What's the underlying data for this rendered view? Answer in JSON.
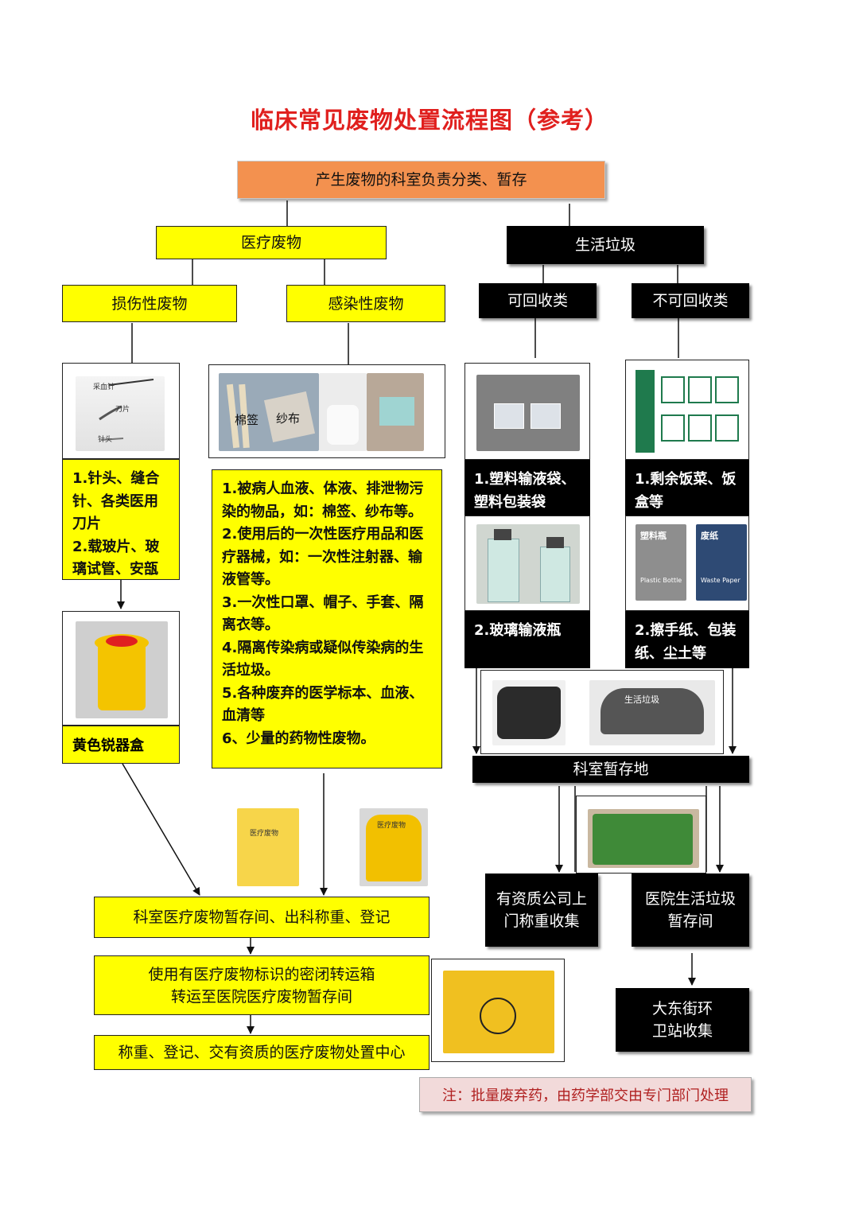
{
  "title": "临床常见废物处置流程图（参考）",
  "root": "产生废物的科室负责分类、暂存",
  "medical_waste": "医疗废物",
  "domestic_waste": "生活垃圾",
  "sharps_waste": "损伤性废物",
  "infectious_waste": "感染性废物",
  "recyclable": "可回收类",
  "non_recyclable": "不可回收类",
  "photo_labels": {
    "cotton_swab": "棉签",
    "gauze": "纱布",
    "needle": "采血针",
    "blade": "刀片",
    "needle2": "针头",
    "bin_lid": "生活垃圾",
    "bag_label": "医疗废物",
    "bin_label": "医疗废物",
    "plastic_bottle": "塑料瓶",
    "plastic_bottle_en": "Plastic Bottle",
    "waste_paper": "废纸",
    "waste_paper_en": "Waste Paper"
  },
  "sharps_desc": [
    "1.针头、缝合针、各类医用刀片",
    "2.载玻片、玻璃试管、安瓿"
  ],
  "infectious_desc": [
    "1.被病人血液、体液、排泄物污染的物品，如：棉签、纱布等。",
    "2.使用后的一次性医疗用品和医疗器械，如：一次性注射器、输液管等。",
    "3.一次性口罩、帽子、手套、隔离衣等。",
    "4.隔离传染病或疑似传染病的生活垃圾。",
    "5.各种废弃的医学标本、血液、血清等",
    "6、少量的药物性废物。"
  ],
  "recyclable_items": [
    "1.塑料输液袋、塑料包装袋",
    "2.玻璃输液瓶"
  ],
  "non_recyclable_items": [
    "1.剩余饭菜、饭盒等",
    "2.擦手纸、包装纸、尘土等"
  ],
  "sharps_container": "黄色锐器盒",
  "dept_storage_medical": "科室医疗废物暂存间、出科称重、登记",
  "transport_box": [
    "使用有医疗废物标识的密闭转运箱",
    "转运至医院医疗废物暂存间"
  ],
  "final_disposal": "称重、登记、交有资质的医疗废物处置中心",
  "dept_storage_domestic": "科室暂存地",
  "qualified_company": [
    "有资质公司上",
    "门称重收集"
  ],
  "hospital_storage": [
    "医院生活垃圾",
    "暂存间"
  ],
  "sanitation_station": [
    "大东街环",
    "卫站收集"
  ],
  "note": "注：批量废弃药，由药学部交由专门部门处理"
}
